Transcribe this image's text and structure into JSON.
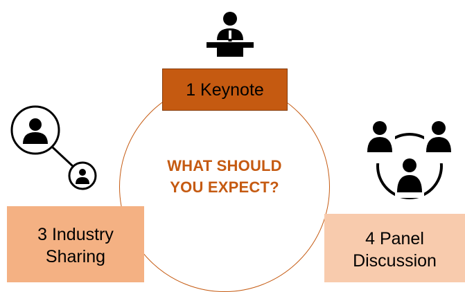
{
  "center": {
    "line1": "WHAT SHOULD",
    "line2": "YOU EXPECT?"
  },
  "items": [
    {
      "label_lines": [
        "1 Keynote"
      ],
      "icon": "speaker-podium-icon"
    },
    {
      "label_lines": [
        "3 Industry",
        "Sharing"
      ],
      "icon": "connected-people-icon"
    },
    {
      "label_lines": [
        "4 Panel",
        "Discussion"
      ],
      "icon": "group-discussion-icon"
    }
  ],
  "colors": {
    "accent": "#c55a11",
    "keynote_box": "#c55a11",
    "industry_box": "#f4b183",
    "panel_box": "#f8cbad",
    "icon": "#000000"
  }
}
